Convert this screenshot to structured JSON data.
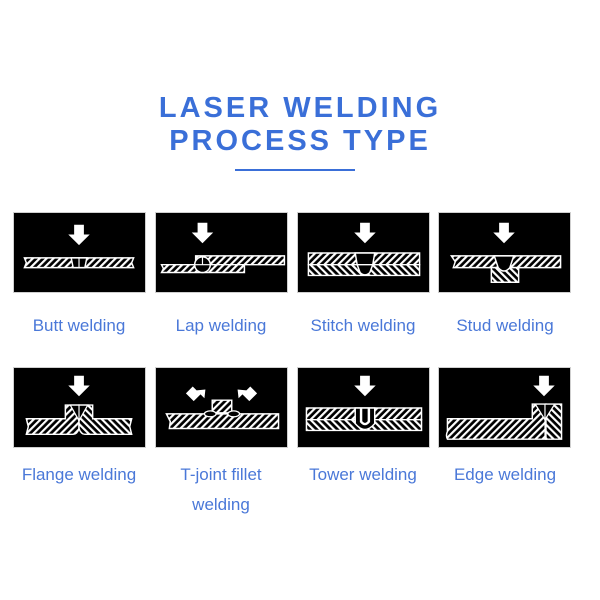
{
  "header": {
    "title_line1": "LASER WELDING",
    "title_line2": "PROCESS TYPE",
    "accent_color": "#3a6fd8"
  },
  "processes": [
    {
      "id": "butt",
      "label": "Butt welding",
      "icon": "butt-weld-diagram"
    },
    {
      "id": "lap",
      "label": "Lap welding",
      "icon": "lap-weld-diagram"
    },
    {
      "id": "stitch",
      "label": "Stitch welding",
      "icon": "stitch-weld-diagram"
    },
    {
      "id": "stud",
      "label": "Stud welding",
      "icon": "stud-weld-diagram"
    },
    {
      "id": "flange",
      "label": "Flange welding",
      "icon": "flange-weld-diagram"
    },
    {
      "id": "tjoint",
      "label_line1": "T-joint fillet",
      "label_line2": "welding",
      "icon": "t-joint-fillet-weld-diagram"
    },
    {
      "id": "tower",
      "label": "Tower welding",
      "icon": "tower-weld-diagram"
    },
    {
      "id": "edge",
      "label": "Edge welding",
      "icon": "edge-weld-diagram"
    }
  ]
}
